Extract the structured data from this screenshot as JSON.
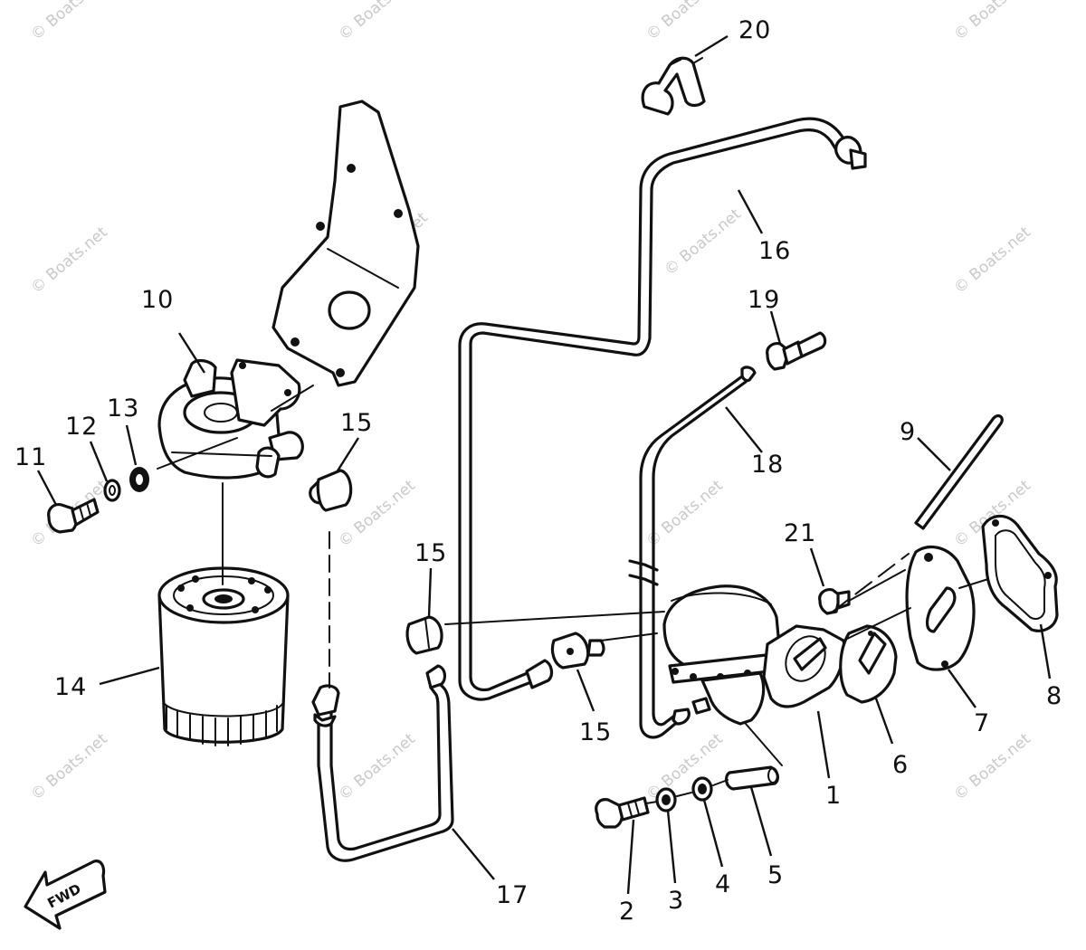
{
  "watermark": "© Boats.net",
  "fwd_label": "FWD",
  "callouts": {
    "c1": "1",
    "c2": "2",
    "c3": "3",
    "c4": "4",
    "c5": "5",
    "c6": "6",
    "c7": "7",
    "c8": "8",
    "c9": "9",
    "c10": "10",
    "c11": "11",
    "c12": "12",
    "c13": "13",
    "c14": "14",
    "c15a": "15",
    "c15b": "15",
    "c15c": "15",
    "c16": "16",
    "c17": "17",
    "c18": "18",
    "c19": "19",
    "c20": "20",
    "c21": "21"
  }
}
